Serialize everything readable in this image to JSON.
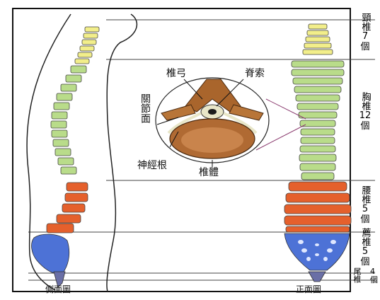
{
  "figure": {
    "left_view_label": "側面圖",
    "front_view_label": "正面圖"
  },
  "vertebra_callout": {
    "lamina_label": "椎弓",
    "spinal_cord_label": "脊索",
    "facet_joint_label": "關節面",
    "nerve_root_label": "神經根",
    "vertebral_body_label": "椎體"
  },
  "regions": [
    {
      "name": "頸椎",
      "count": "7",
      "unit": "個",
      "color": "#f2ee8a"
    },
    {
      "name": "胸椎",
      "count": "12",
      "unit": "個",
      "color": "#b9dc8a"
    },
    {
      "name": "腰椎",
      "count": "5",
      "unit": "個",
      "color": "#e5602c"
    },
    {
      "name": "薦椎",
      "count": "5",
      "unit": "個",
      "color": "#4d72d6"
    },
    {
      "name": "尾椎",
      "count": "4",
      "unit": "個",
      "color": "#6a6fa6"
    }
  ]
}
